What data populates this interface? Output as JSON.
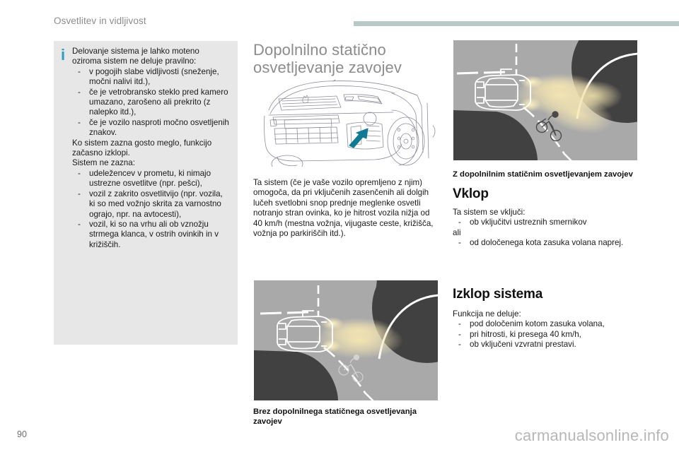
{
  "header": {
    "running_head": "Osvetlitev in vidljivost",
    "rule_color": "#b8cac6"
  },
  "footer": {
    "page_number": "90",
    "watermark": "carmanualsonline.info"
  },
  "info_box": {
    "icon": "info-icon",
    "icon_color": "#2b9cc4",
    "background": "#e7e7e7",
    "intro": "Delovanje sistema je lahko moteno oziroma sistem ne deluje pravilno:",
    "bullets_1": [
      "v pogojih slabe vidljivosti (sneženje, močni nalivi itd.),",
      "če je vetrobransko steklo pred kamero umazano, zarošeno ali prekrito (z nalepko itd.),",
      "če je vozilo nasproti močno osvetljenih znakov."
    ],
    "note": "Ko sistem zazna gosto meglo, funkcijo začasno izklopi.",
    "intro_2": "Sistem ne zazna:",
    "bullets_2": [
      "udeležencev v prometu, ki nimajo ustrezne osvetlitve (npr. pešci),",
      "vozil z zakrito osvetlitvijo (npr. vozila, ki so med vožnjo skrita za varnostno ograjo, npr. na avtocesti),",
      "vozil, ki so na vrhu ali ob vznožju strmega klanca, v ostrih ovinkih in v križiščih."
    ],
    "dash": "-"
  },
  "middle_column": {
    "title_line_1": "Dopolnilno statično",
    "title_line_2": "osvetljevanje zavojev",
    "figure_line_drawing_name": "front-bumper-fog-lamp-illustration",
    "paragraph": "Ta sistem (če je vaše vozilo opremljeno z njim) omogoča, da pri vključenih zasenčenih ali dolgih lučeh svetlobni snop prednje meglenke osvetli notranjo stran ovinka, ko je hitrost vozila nižja od 40 km/h (mestna vožnja, vijugaste ceste, križišča, vožnja po parkiriščih itd.).",
    "figure_photo_name": "night-junction-without-cornering-light",
    "caption": "Brez dopolnilnega statičnega osvetljevanja zavojev"
  },
  "right_column": {
    "figure_photo_name": "night-junction-with-cornering-light",
    "caption": "Z dopolnilnim statičnim osvetljevanjem zavojev",
    "heading_vklop": "Vklop",
    "vklop_intro": "Ta sistem se vključi:",
    "vklop_bullet_1": "ob vključitvi ustreznih smernikov",
    "vklop_or": "ali",
    "vklop_bullet_2": "od določenega kota zasuka volana naprej.",
    "heading_izklop": "Izklop sistema",
    "izklop_intro": "Funkcija ne deluje:",
    "izklop_bullets": [
      "pod določenim kotom zasuka volana,",
      "pri hitrosti, ki presega 40 km/h,",
      "ob vključeni vzvratni prestavi."
    ],
    "dash": "-"
  }
}
